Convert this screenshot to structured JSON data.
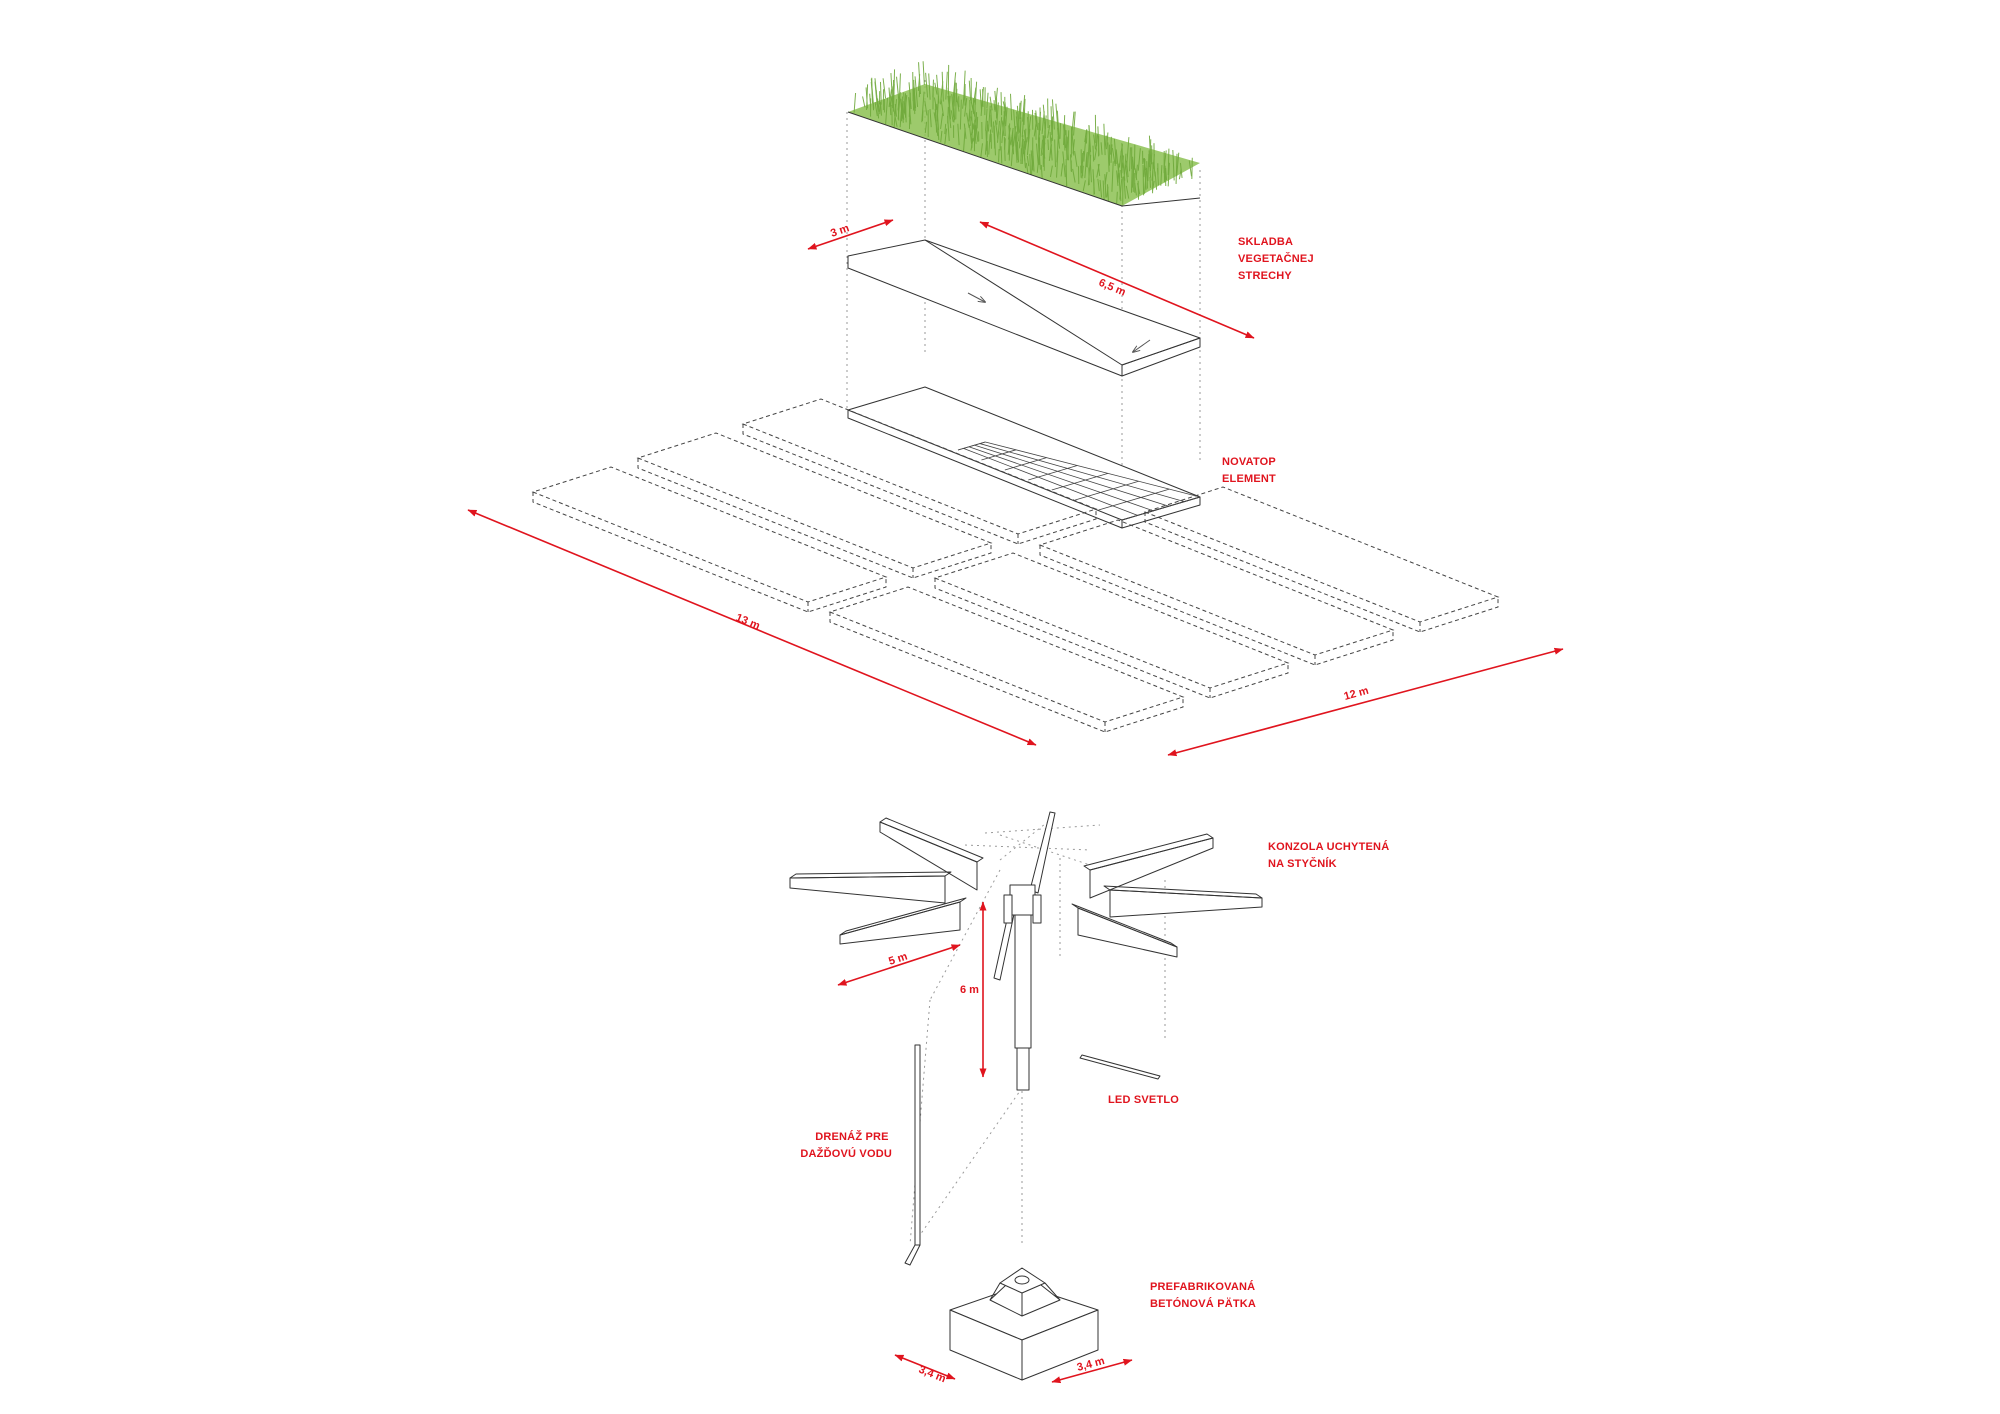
{
  "labels": {
    "roof": [
      "SKLADBA",
      "VEGETAČNEJ",
      "STRECHY"
    ],
    "novatop": [
      "NOVATOP",
      "ELEMENT"
    ],
    "konzola": [
      "KONZOLA UCHYTENÁ",
      "NA STYČNÍK"
    ],
    "led": "LED SVETLO",
    "drenaz": [
      "DRENÁŽ PRE",
      "DAŽĎOVÚ VODU"
    ],
    "patka": [
      "PREFABRIKOVANÁ",
      "BETÓNOVÁ PÄTKA"
    ]
  },
  "dimensions": {
    "roof_width": "3 m",
    "roof_length": "6,5 m",
    "grid_length": "13 m",
    "grid_width": "12 m",
    "cantilever": "5 m",
    "column_height": "6 m",
    "footing_a": "3,4 m",
    "footing_b": "3,4 m"
  },
  "colors": {
    "annotation": "#e0141e",
    "vegetation": "#8cc152",
    "linework": "#333333"
  }
}
